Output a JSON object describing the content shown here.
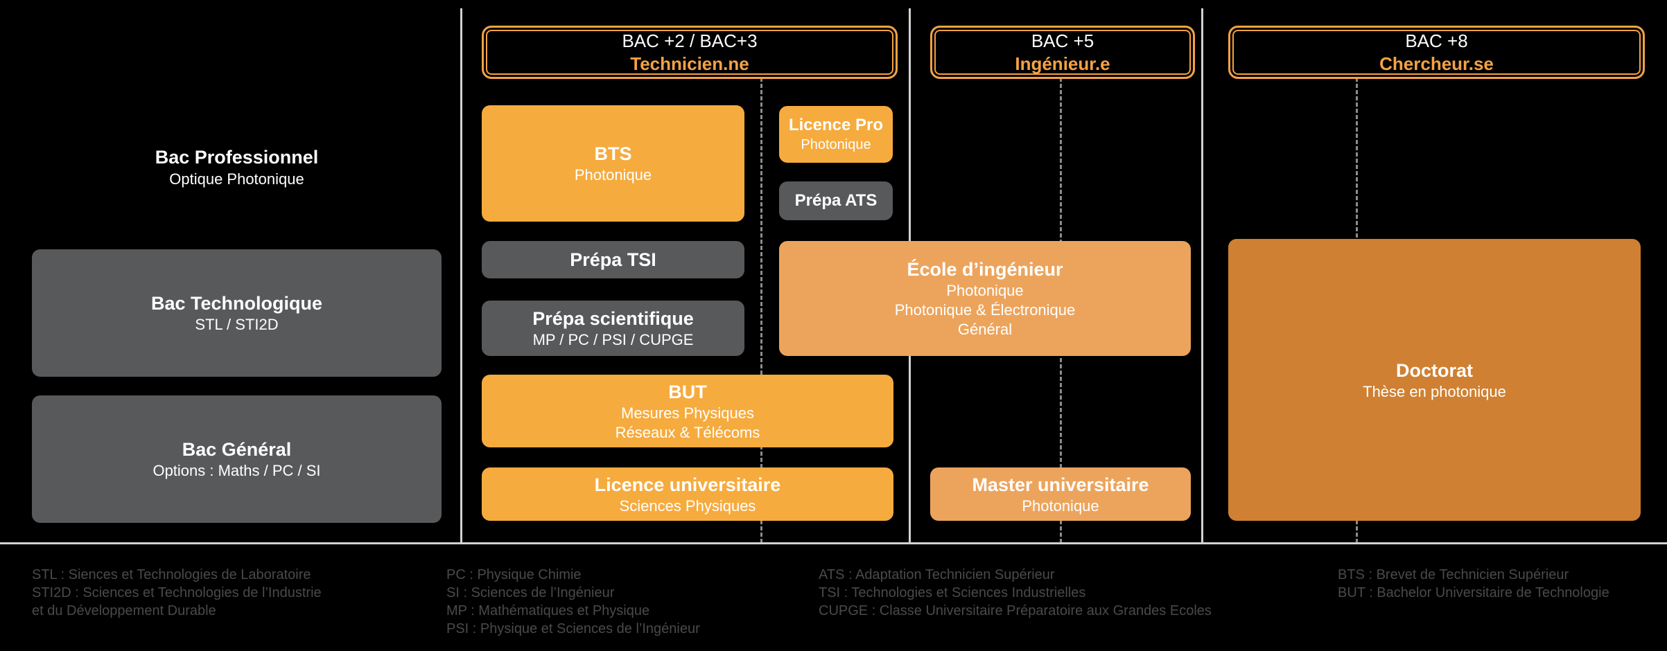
{
  "headers": [
    {
      "line1": "BAC +2 / BAC+3",
      "line2": "Technicien.ne"
    },
    {
      "line1": "BAC +5",
      "line2": "Ingénieur.e"
    },
    {
      "line1": "BAC +8",
      "line2": "Chercheur.se"
    }
  ],
  "entry": {
    "bac_pro": {
      "title": "Bac Professionnel",
      "subtitle": "Optique Photonique"
    },
    "bac_techno": {
      "title": "Bac Technologique",
      "subtitle": "STL / STI2D"
    },
    "bac_general": {
      "title": "Bac Général",
      "subtitle": "Options : Maths / PC / SI"
    }
  },
  "bac23": {
    "bts": {
      "title": "BTS",
      "subtitle": "Photonique"
    },
    "licence_pro": {
      "title": "Licence Pro",
      "subtitle": "Photonique"
    },
    "prepa_ats": {
      "title": "Prépa ATS"
    },
    "prepa_tsi": {
      "title": "Prépa TSI"
    },
    "prepa_sci": {
      "title": "Prépa scientifique",
      "subtitle": "MP / PC / PSI / CUPGE"
    },
    "but": {
      "title": "BUT",
      "line1": "Mesures Physiques",
      "line2": "Réseaux & Télécoms"
    },
    "licence_univ": {
      "title": "Licence universitaire",
      "subtitle": "Sciences Physiques"
    }
  },
  "bac5": {
    "ecole": {
      "title": "École d’ingénieur",
      "line1": "Photonique",
      "line2": "Photonique & Électronique",
      "line3": "Général"
    },
    "master": {
      "title": "Master universitaire",
      "subtitle": "Photonique"
    }
  },
  "bac8": {
    "doctorat": {
      "title": "Doctorat",
      "subtitle": "Thèse en photonique"
    }
  },
  "legend": {
    "col1": [
      "STL : Siences et Technologies de Laboratoire",
      "STI2D : Sciences et Technologies de l’Industrie",
      "et du Développement Durable"
    ],
    "col2": [
      "PC : Physique Chimie",
      "SI : Sciences de l’Ingénieur",
      "MP : Mathématiques et Physique",
      "PSI : Physique et Sciences de l’Ingénieur"
    ],
    "col3": [
      "ATS : Adaptation Technicien Supérieur",
      "TSI : Technologies et Sciences Industrielles",
      "CUPGE : Classe Universitaire Préparatoire aux Grandes Ecoles"
    ],
    "col4": [
      "BTS : Brevet de Technicien Supérieur",
      "BUT : Bachelor Universitaire de Technologie"
    ]
  },
  "colors": {
    "background": "#000000",
    "gray_box": "#58595b",
    "orange_box": "#f6ab3e",
    "light_orange_box": "#eca45c",
    "dark_orange_box": "#cf8032",
    "accent_orange": "#f5a243",
    "legend_text": "#4a4a4a"
  }
}
